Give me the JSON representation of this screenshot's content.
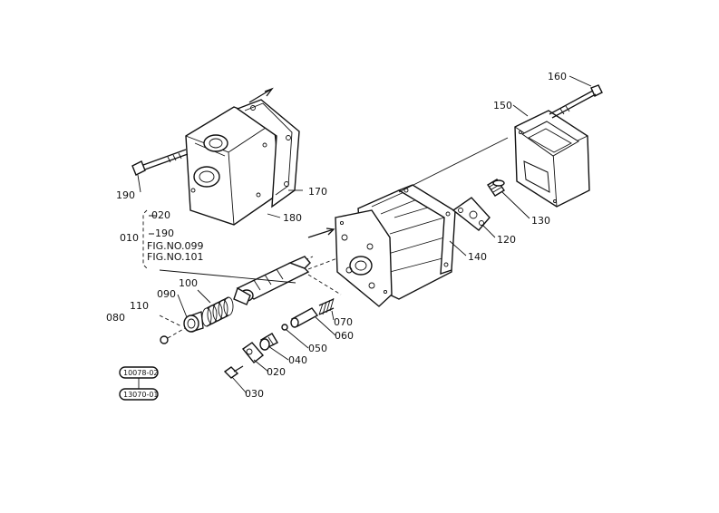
{
  "labels": {
    "p160": "160",
    "p150": "150",
    "p170": "170",
    "p180": "180",
    "p190": "190",
    "p130": "130",
    "p120": "120",
    "p140": "140",
    "p020a": "020",
    "p190b": "190",
    "p010": "010",
    "fig099": "FIG.NO.099",
    "fig101": "FIG.NO.101",
    "p100": "100",
    "p090": "090",
    "p110": "110",
    "p080": "080",
    "p070": "070",
    "p060": "060",
    "p050": "050",
    "p040": "040",
    "p020b": "020",
    "p030": "030"
  },
  "refs": {
    "ref_a": "10078-02",
    "ref_b": "13070-01"
  }
}
